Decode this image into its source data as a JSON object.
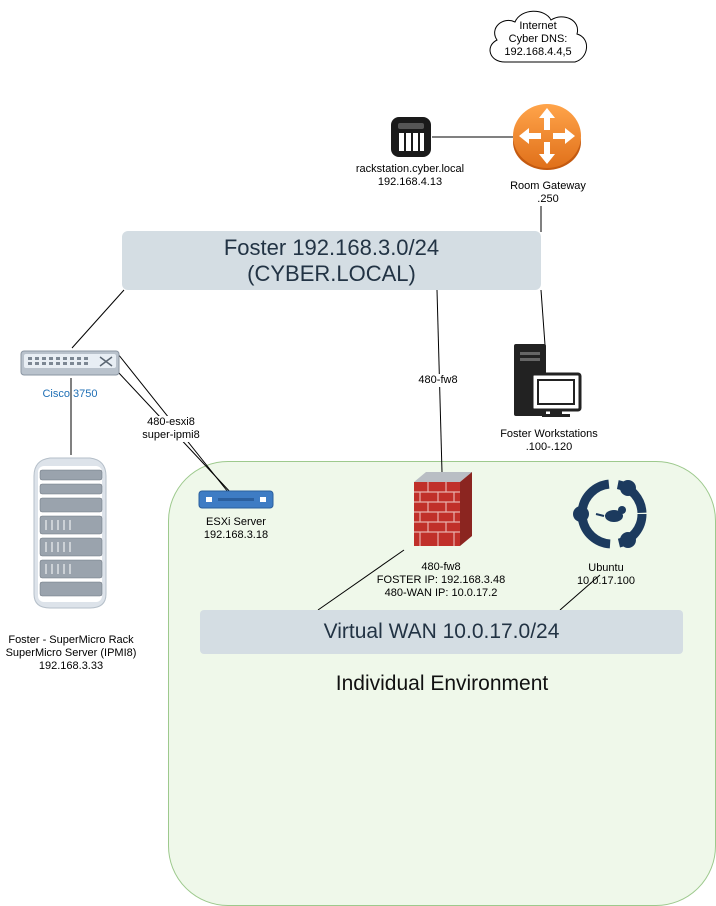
{
  "internet": {
    "line1": "Internet",
    "line2": "Cyber DNS:",
    "line3": "192.168.4.4,5"
  },
  "nas": {
    "name": "rackstation.cyber.local",
    "ip": "192.168.4.13"
  },
  "router": {
    "name": "Room Gateway",
    "ip": ".250"
  },
  "foster_net": {
    "line1": "Foster 192.168.3.0/24",
    "line2": "(CYBER.LOCAL)"
  },
  "switch": {
    "name": "Cisco 3750"
  },
  "server_link": {
    "line1": "480-esxi8",
    "line2": "super-ipmi8"
  },
  "firewall_link": {
    "label": "480-fw8"
  },
  "workstations": {
    "name": "Foster Workstations",
    "ip": ".100-.120"
  },
  "supermicro": {
    "line1": "Foster - SuperMicro Rack",
    "line2": "SuperMicro Server (IPMI8)",
    "line3": "192.168.3.33"
  },
  "esxi": {
    "name": "ESXi Server",
    "ip": "192.168.3.18"
  },
  "firewall": {
    "name": "480-fw8",
    "foster_ip": "FOSTER IP: 192.168.3.48",
    "wan_ip": "480-WAN IP: 10.0.17.2"
  },
  "ubuntu": {
    "name": "Ubuntu",
    "ip": "10.0.17.100"
  },
  "wan": {
    "label": "Virtual WAN 10.0.17.0/24"
  },
  "environment": {
    "label": "Individual Environment"
  },
  "colors": {
    "bar": "#d4dde3",
    "environment_fill": "#eff8ea",
    "environment_border": "#9dc98d",
    "router": "#f08a24",
    "firewall": "#c0302a",
    "switch_label": "#1f6fb5"
  }
}
